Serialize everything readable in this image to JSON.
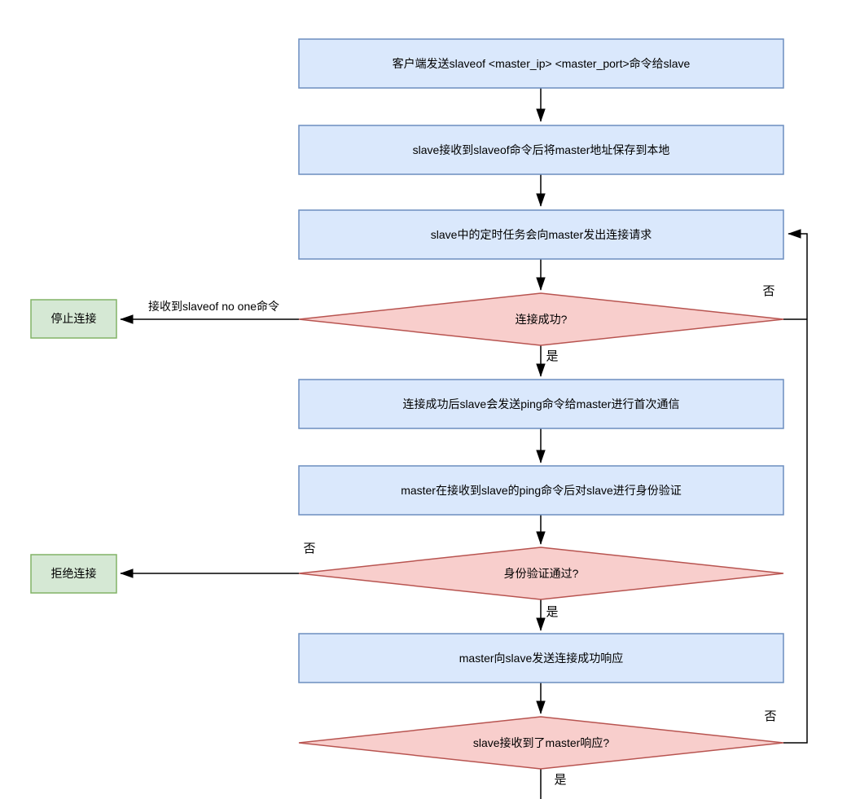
{
  "diagram": {
    "nodes": {
      "step1": {
        "label": "客户端发送slaveof <master_ip> <master_port>命令给slave",
        "type": "process"
      },
      "step2": {
        "label": "slave接收到slaveof命令后将master地址保存到本地",
        "type": "process"
      },
      "step3": {
        "label": "slave中的定时任务会向master发出连接请求",
        "type": "process"
      },
      "decision1": {
        "label": "连接成功?",
        "type": "decision"
      },
      "stop": {
        "label": "停止连接",
        "type": "terminal"
      },
      "step4": {
        "label": "连接成功后slave会发送ping命令给master进行首次通信",
        "type": "process"
      },
      "step5": {
        "label": "master在接收到slave的ping命令后对slave进行身份验证",
        "type": "process"
      },
      "decision2": {
        "label": "身份验证通过?",
        "type": "decision"
      },
      "reject": {
        "label": "拒绝连接",
        "type": "terminal"
      },
      "step6": {
        "label": "master向slave发送连接成功响应",
        "type": "process"
      },
      "decision3": {
        "label": "slave接收到了master响应?",
        "type": "decision"
      }
    },
    "edge_labels": {
      "slaveof_no_one": "接收到slaveof no one命令",
      "no1": "否",
      "yes1": "是",
      "no2": "否",
      "yes2": "是",
      "no3": "否",
      "yes3": "是"
    },
    "colors": {
      "process-fill": "#dae8fc",
      "process-border": "#6c8ebf",
      "decision-fill": "#f8cecc",
      "decision-border": "#b85450",
      "terminal-fill": "#d5e8d4",
      "terminal-border": "#82b366",
      "connector": "#000000"
    }
  }
}
